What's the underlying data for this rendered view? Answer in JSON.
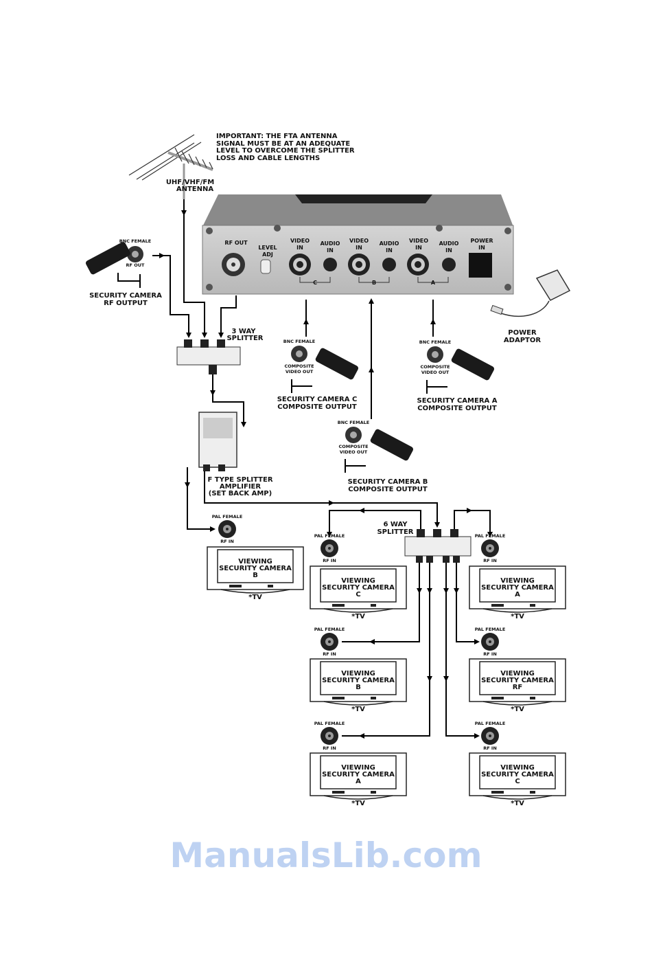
{
  "note": [
    "IMPORTANT: THE FTA ANTENNA",
    "SIGNAL MUST BE AT AN ADEQUATE",
    "LEVEL TO OVERCOME THE SPLITTER",
    "LOSS AND CABLE LENGTHS"
  ],
  "antenna": {
    "line1": "UHF/VHF/FM",
    "line2": "ANTENNA"
  },
  "device": {
    "rf_out": "RF OUT",
    "level_adj": [
      "LEVEL",
      "ADJ"
    ],
    "video_in": [
      "VIDEO",
      "IN"
    ],
    "audio_in": [
      "AUDIO",
      "IN"
    ],
    "power_in": [
      "POWER",
      "IN"
    ],
    "channels": [
      "C",
      "B",
      "A"
    ]
  },
  "rf_camera": {
    "bnc": "BNC FEMALE",
    "rf_out": "RF OUT",
    "label1": "SECURITY CAMERA",
    "label2": "RF OUTPUT"
  },
  "splitter3": {
    "line1": "3 WAY",
    "line2": "SPLITTER"
  },
  "camera_c": {
    "bnc": "BNC FEMALE",
    "comp1": "COMPOSITE",
    "comp2": "VIDEO OUT",
    "label1": "SECURITY CAMERA C",
    "label2": "COMPOSITE OUTPUT"
  },
  "camera_a": {
    "bnc": "BNC FEMALE",
    "comp1": "COMPOSITE",
    "comp2": "VIDEO OUT",
    "label1": "SECURITY CAMERA A",
    "label2": "COMPOSITE OUTPUT"
  },
  "camera_b": {
    "bnc": "BNC FEMALE",
    "comp1": "COMPOSITE",
    "comp2": "VIDEO OUT",
    "label1": "SECURITY CAMERA B",
    "label2": "COMPOSITE OUTPUT"
  },
  "power_adaptor": {
    "line1": "POWER",
    "line2": "ADAPTOR"
  },
  "amplifier": {
    "line1": "F TYPE SPLITTER",
    "line2": "AMPLIFIER",
    "line3": "(SET BACK AMP)"
  },
  "splitter6": {
    "line1": "6 WAY",
    "line2": "SPLITTER"
  },
  "watermark": "ManualsLib.com",
  "tvs": [
    {
      "pal": "PAL FEMALE",
      "rf": "RF IN",
      "l1": "VIEWING",
      "l2": "SECURITY CAMERA",
      "l3": "B",
      "tv": "*TV"
    },
    {
      "pal": "PAL FEMALE",
      "rf": "RF IN",
      "l1": "VIEWING",
      "l2": "SECURITY CAMERA",
      "l3": "C",
      "tv": "*TV"
    },
    {
      "pal": "PAL FEMALE",
      "rf": "RF IN",
      "l1": "VIEWING",
      "l2": "SECURITY CAMERA",
      "l3": "A",
      "tv": "*TV"
    },
    {
      "pal": "PAL FEMALE",
      "rf": "RF IN",
      "l1": "VIEWING",
      "l2": "SECURITY CAMERA",
      "l3": "B",
      "tv": "*TV"
    },
    {
      "pal": "PAL FEMALE",
      "rf": "RF IN",
      "l1": "VIEWING",
      "l2": "SECURITY CAMERA",
      "l3": "RF",
      "tv": "*TV"
    },
    {
      "pal": "PAL FEMALE",
      "rf": "RF IN",
      "l1": "VIEWING",
      "l2": "SECURITY CAMERA",
      "l3": "A",
      "tv": "*TV"
    },
    {
      "pal": "PAL FEMALE",
      "rf": "RF IN",
      "l1": "VIEWING",
      "l2": "SECURITY CAMERA",
      "l3": "C",
      "tv": "*TV"
    }
  ]
}
